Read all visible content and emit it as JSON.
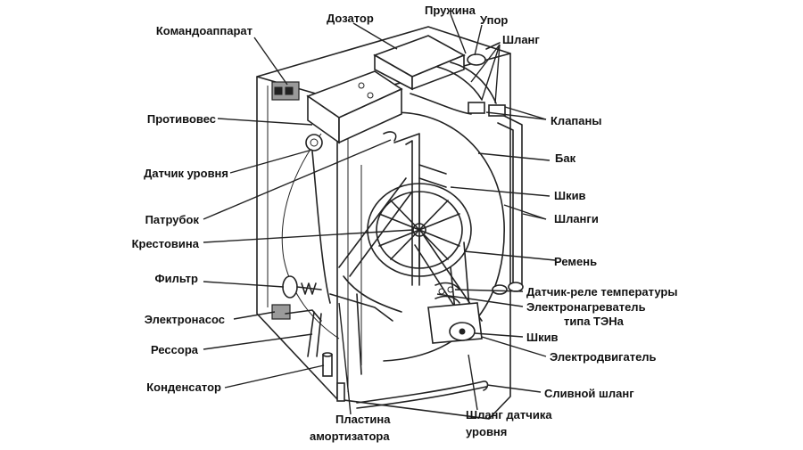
{
  "labels": {
    "komandoapparat": "Командоаппарат",
    "dozator": "Дозатор",
    "pruzhina": "Пружина",
    "upor": "Упор",
    "shlang": "Шланг",
    "protivoves": "Противовес",
    "klapany": "Клапаны",
    "datchik_urovnya": "Датчик уровня",
    "bak": "Бак",
    "shkiv_top": "Шкив",
    "patrubok": "Патрубок",
    "shlangi": "Шланги",
    "krestovina": "Крестовина",
    "remen": "Ремень",
    "filtr": "Фильтр",
    "datchik_rele": "Датчик-реле температуры",
    "elektronagrevatel_1": "Электронагреватель",
    "elektronagrevatel_2": "типа ТЭНа",
    "elektronasos": "Электронасос",
    "shkiv_bottom": "Шкив",
    "ressora": "Рессора",
    "elektrodvigatel": "Электродвигатель",
    "kondensator": "Конденсатор",
    "slivnoy_shlang": "Сливной шланг",
    "plastina_1": "Пластина",
    "plastina_2": "амортизатора",
    "shlang_datchika_1": "Шланг датчика",
    "shlang_datchika_2": "уровня"
  }
}
